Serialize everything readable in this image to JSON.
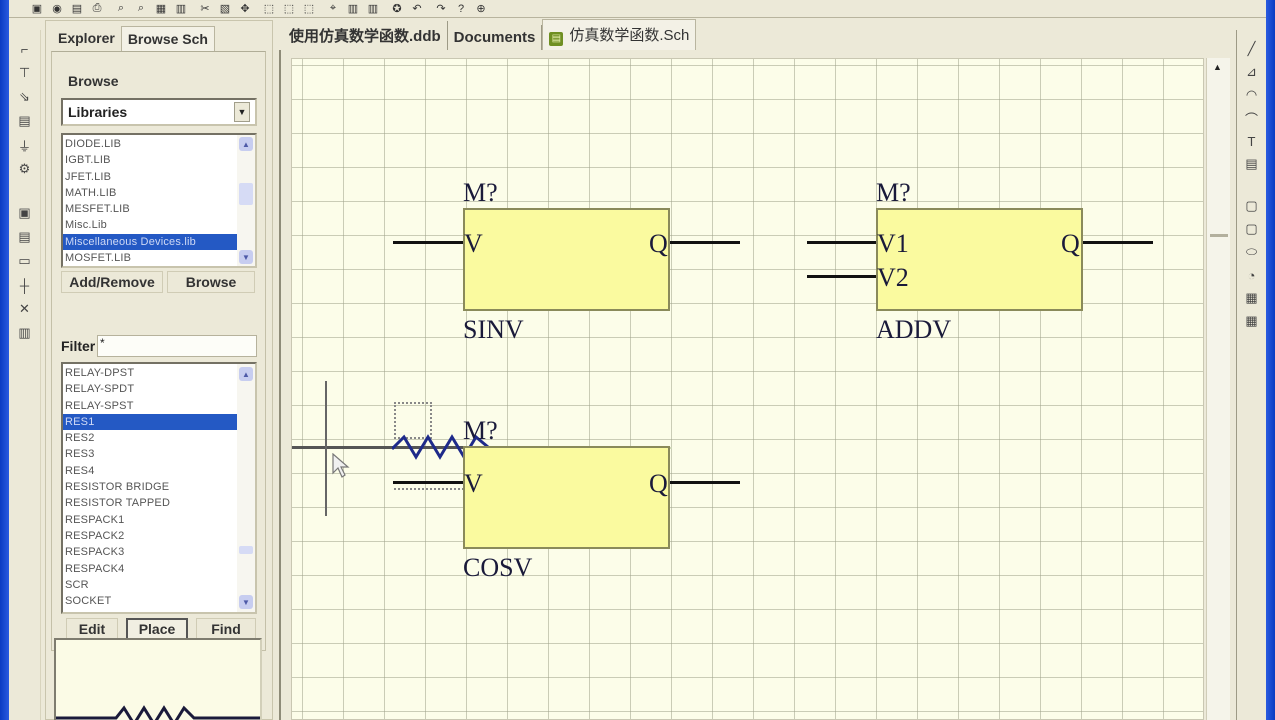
{
  "toolbar": {
    "icons": [
      "toolbox-icon",
      "open-icon",
      "save-icon",
      "print-icon",
      "zoom-in-icon",
      "zoom-out-icon",
      "zoom-fit-icon",
      "area-icon",
      "cut-icon",
      "paste-icon",
      "move-icon",
      "select-icon",
      "deselect-icon",
      "cross-probe-icon",
      "library-icon",
      "find-icon",
      "highlight-icon",
      "undo-icon",
      "redo-icon",
      "help-icon",
      "pin-icon",
      "misc-icon"
    ],
    "glyphs": [
      "▣",
      "◉",
      "▤",
      "⎙",
      "⌕",
      "⌕",
      "▦",
      "▥",
      "✂",
      "▧",
      "✥",
      "⬚",
      "⬚",
      "⬚",
      "⌖",
      "▥",
      "▥",
      "✪",
      "↶",
      "↷",
      "?",
      "⊕"
    ]
  },
  "left_tools": {
    "icons": [
      "wire-icon",
      "bus-icon",
      "bus-entry-icon",
      "net-label-icon",
      "power-port-icon",
      "part-icon",
      "sheet-symbol-icon",
      "sheet-entry-icon",
      "port-icon",
      "junction-icon",
      "no-erc-icon",
      "probe-icon"
    ],
    "glyphs": [
      "⌐",
      "⊤",
      "⇘",
      "▤",
      "⏚",
      "⚙",
      "▣",
      "▤",
      "▭",
      "┼",
      "✕",
      "▥"
    ]
  },
  "right_tools": {
    "icons": [
      "line-icon",
      "polygon-icon",
      "arc-icon",
      "bezier-icon",
      "text-icon",
      "text-frame-icon",
      "rectangle-icon",
      "round-rect-icon",
      "ellipse-icon",
      "pie-icon",
      "image-icon",
      "array-icon"
    ],
    "glyphs": [
      "╱",
      "⊿",
      "◠",
      "⌒",
      "T",
      "▤",
      "▢",
      "▢",
      "⬭",
      "◔",
      "▦",
      "▦"
    ]
  },
  "panel": {
    "tabs": [
      {
        "label": "Explorer",
        "active": false
      },
      {
        "label": "Browse Sch",
        "active": true
      }
    ],
    "browse_label": "Browse",
    "browse_select": "Libraries",
    "libraries": [
      {
        "label": "DIODE.LIB",
        "selected": false
      },
      {
        "label": "IGBT.LIB",
        "selected": false
      },
      {
        "label": "JFET.LIB",
        "selected": false
      },
      {
        "label": "MATH.LIB",
        "selected": false
      },
      {
        "label": "MESFET.LIB",
        "selected": false
      },
      {
        "label": "Misc.Lib",
        "selected": false
      },
      {
        "label": "Miscellaneous Devices.lib",
        "selected": true
      },
      {
        "label": "MOSFET.LIB",
        "selected": false
      }
    ],
    "lib_buttons": {
      "add_remove": "Add/Remove",
      "browse": "Browse"
    },
    "filter_label": "Filter",
    "filter_value": "*",
    "components": [
      {
        "label": "RELAY-DPST",
        "selected": false
      },
      {
        "label": "RELAY-SPDT",
        "selected": false
      },
      {
        "label": "RELAY-SPST",
        "selected": false
      },
      {
        "label": "RES1",
        "selected": true
      },
      {
        "label": "RES2",
        "selected": false
      },
      {
        "label": "RES3",
        "selected": false
      },
      {
        "label": "RES4",
        "selected": false
      },
      {
        "label": "RESISTOR BRIDGE",
        "selected": false
      },
      {
        "label": "RESISTOR TAPPED",
        "selected": false
      },
      {
        "label": "RESPACK1",
        "selected": false
      },
      {
        "label": "RESPACK2",
        "selected": false
      },
      {
        "label": "RESPACK3",
        "selected": false
      },
      {
        "label": "RESPACK4",
        "selected": false
      },
      {
        "label": "SCR",
        "selected": false
      },
      {
        "label": "SOCKET",
        "selected": false
      }
    ],
    "comp_buttons": {
      "edit": "Edit",
      "place": "Place",
      "find": "Find"
    }
  },
  "doc_tabs": [
    {
      "label": "使用仿真数学函数.ddb",
      "active": false,
      "icon": false
    },
    {
      "label": "Documents",
      "active": false,
      "icon": false
    },
    {
      "label": "仿真数学函数.Sch",
      "active": true,
      "icon": true
    }
  ],
  "schematic": {
    "components": [
      {
        "designator": "M?",
        "name": "SINV",
        "inputs": [
          "V"
        ],
        "output": "Q"
      },
      {
        "designator": "M?",
        "name": "ADDV",
        "inputs": [
          "V1",
          "V2"
        ],
        "output": "Q"
      },
      {
        "designator": "M?",
        "name": "COSV",
        "inputs": [
          "V"
        ],
        "output": "Q"
      }
    ],
    "colors": {
      "fill": "#fafa9f",
      "border": "#8a8a5a",
      "wire": "#111111",
      "resistor": "#1e2a8a",
      "sheet": "#fcfde9"
    }
  }
}
